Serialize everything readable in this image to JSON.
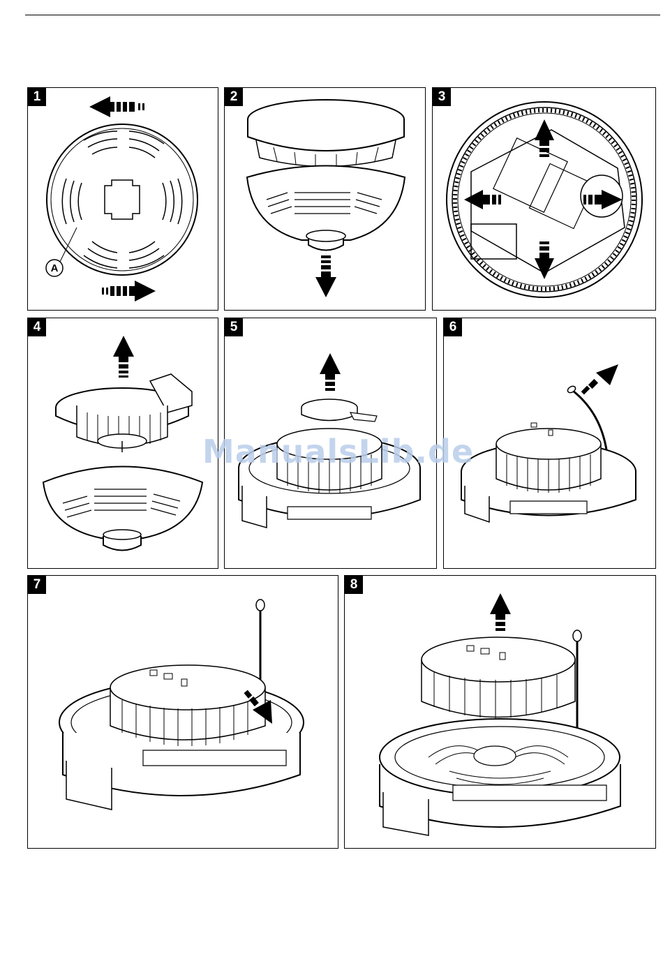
{
  "watermark": "ManualsLib.de",
  "steps": [
    {
      "number": "1",
      "callout": "A"
    },
    {
      "number": "2"
    },
    {
      "number": "3"
    },
    {
      "number": "4"
    },
    {
      "number": "5"
    },
    {
      "number": "6"
    },
    {
      "number": "7"
    },
    {
      "number": "8"
    }
  ]
}
